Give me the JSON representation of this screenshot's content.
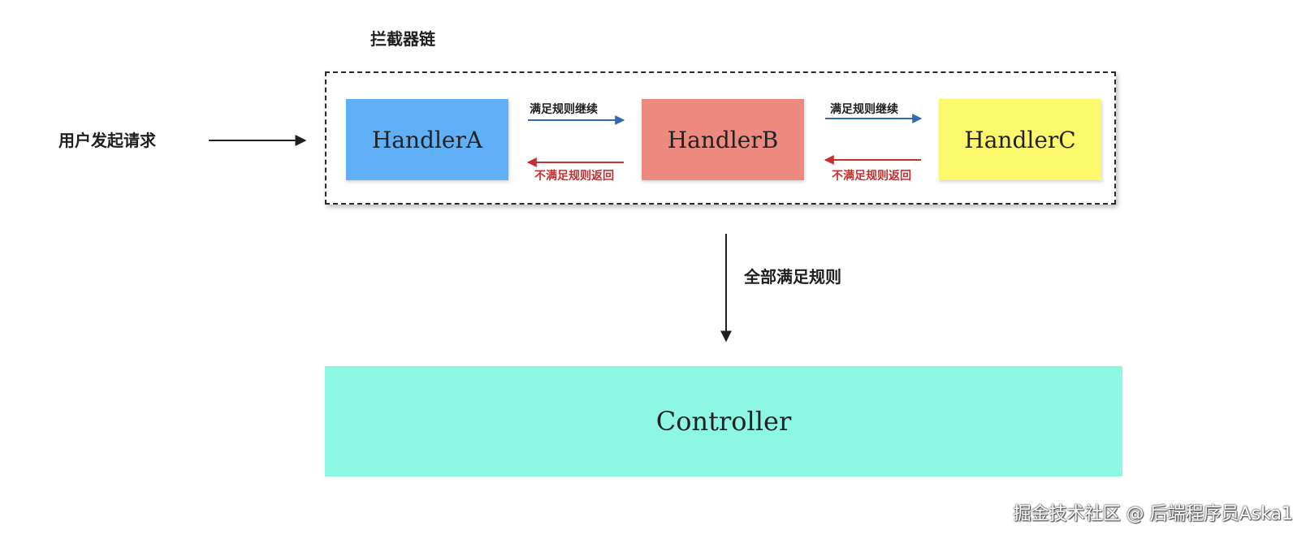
{
  "chain_title": "拦截器链",
  "user_request": "用户发起请求",
  "handlers": [
    "HandlerA",
    "HandlerB",
    "HandlerC"
  ],
  "forward_label": "满足规则继续",
  "back_label": "不满足规则返回",
  "all_pass_label": "全部满足规则",
  "controller": "Controller",
  "watermark": "掘金技术社区 @ 后端程序员Aska1",
  "colors": {
    "handler_a": "#61aff6",
    "handler_b": "#ec8a80",
    "handler_c": "#fbf86c",
    "controller": "#8df7e3",
    "forward_arrow": "#2e6bb3",
    "back_arrow": "#c62f2f"
  }
}
